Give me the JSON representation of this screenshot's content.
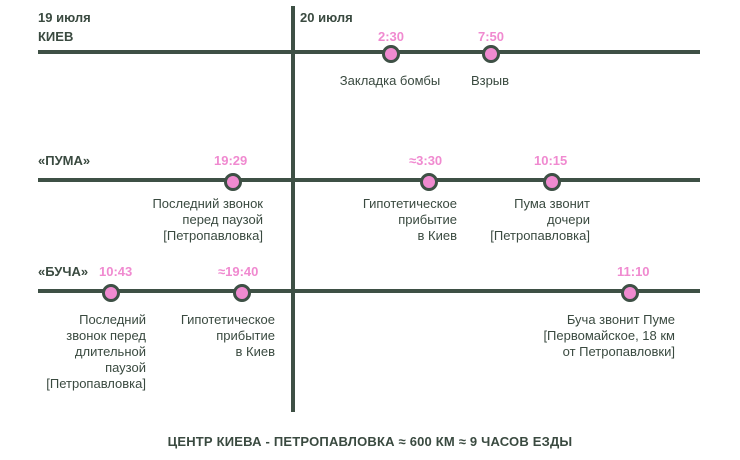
{
  "colors": {
    "line": "#3e5045",
    "accent": "#f08ad0",
    "text": "#3a4a40"
  },
  "dates": {
    "left": "19 июля",
    "right": "20 июля"
  },
  "rows": {
    "kiev": {
      "label": "КИЕВ",
      "events": [
        {
          "time": "2:30",
          "text": "Закладка бомбы"
        },
        {
          "time": "7:50",
          "text": "Взрыв"
        }
      ]
    },
    "puma": {
      "label": "«ПУМА»",
      "events": [
        {
          "time": "19:29",
          "text": "Последний звонок\nперед паузой\n[Петропавловка]"
        },
        {
          "time": "≈3:30",
          "text": "Гипотетическое\nприбытие\nв Киев"
        },
        {
          "time": "10:15",
          "text": "Пума звонит\nдочери\n[Петропавловка]"
        }
      ]
    },
    "bucha": {
      "label": "«БУЧА»",
      "events": [
        {
          "time": "10:43",
          "text": "Последний\nзвонок перед\nдлительной\nпаузой\n[Петропавловка]"
        },
        {
          "time": "≈19:40",
          "text": "Гипотетическое\nприбытие\nв Киев"
        },
        {
          "time": "11:10",
          "text": "Буча звонит Пуме\n[Первомайское, 18 км\nот Петропавловки]"
        }
      ]
    }
  },
  "footer": "ЦЕНТР КИЕВА - ПЕТРОПАВЛОВКА ≈ 600 КМ ≈ 9 ЧАСОВ ЕЗДЫ"
}
